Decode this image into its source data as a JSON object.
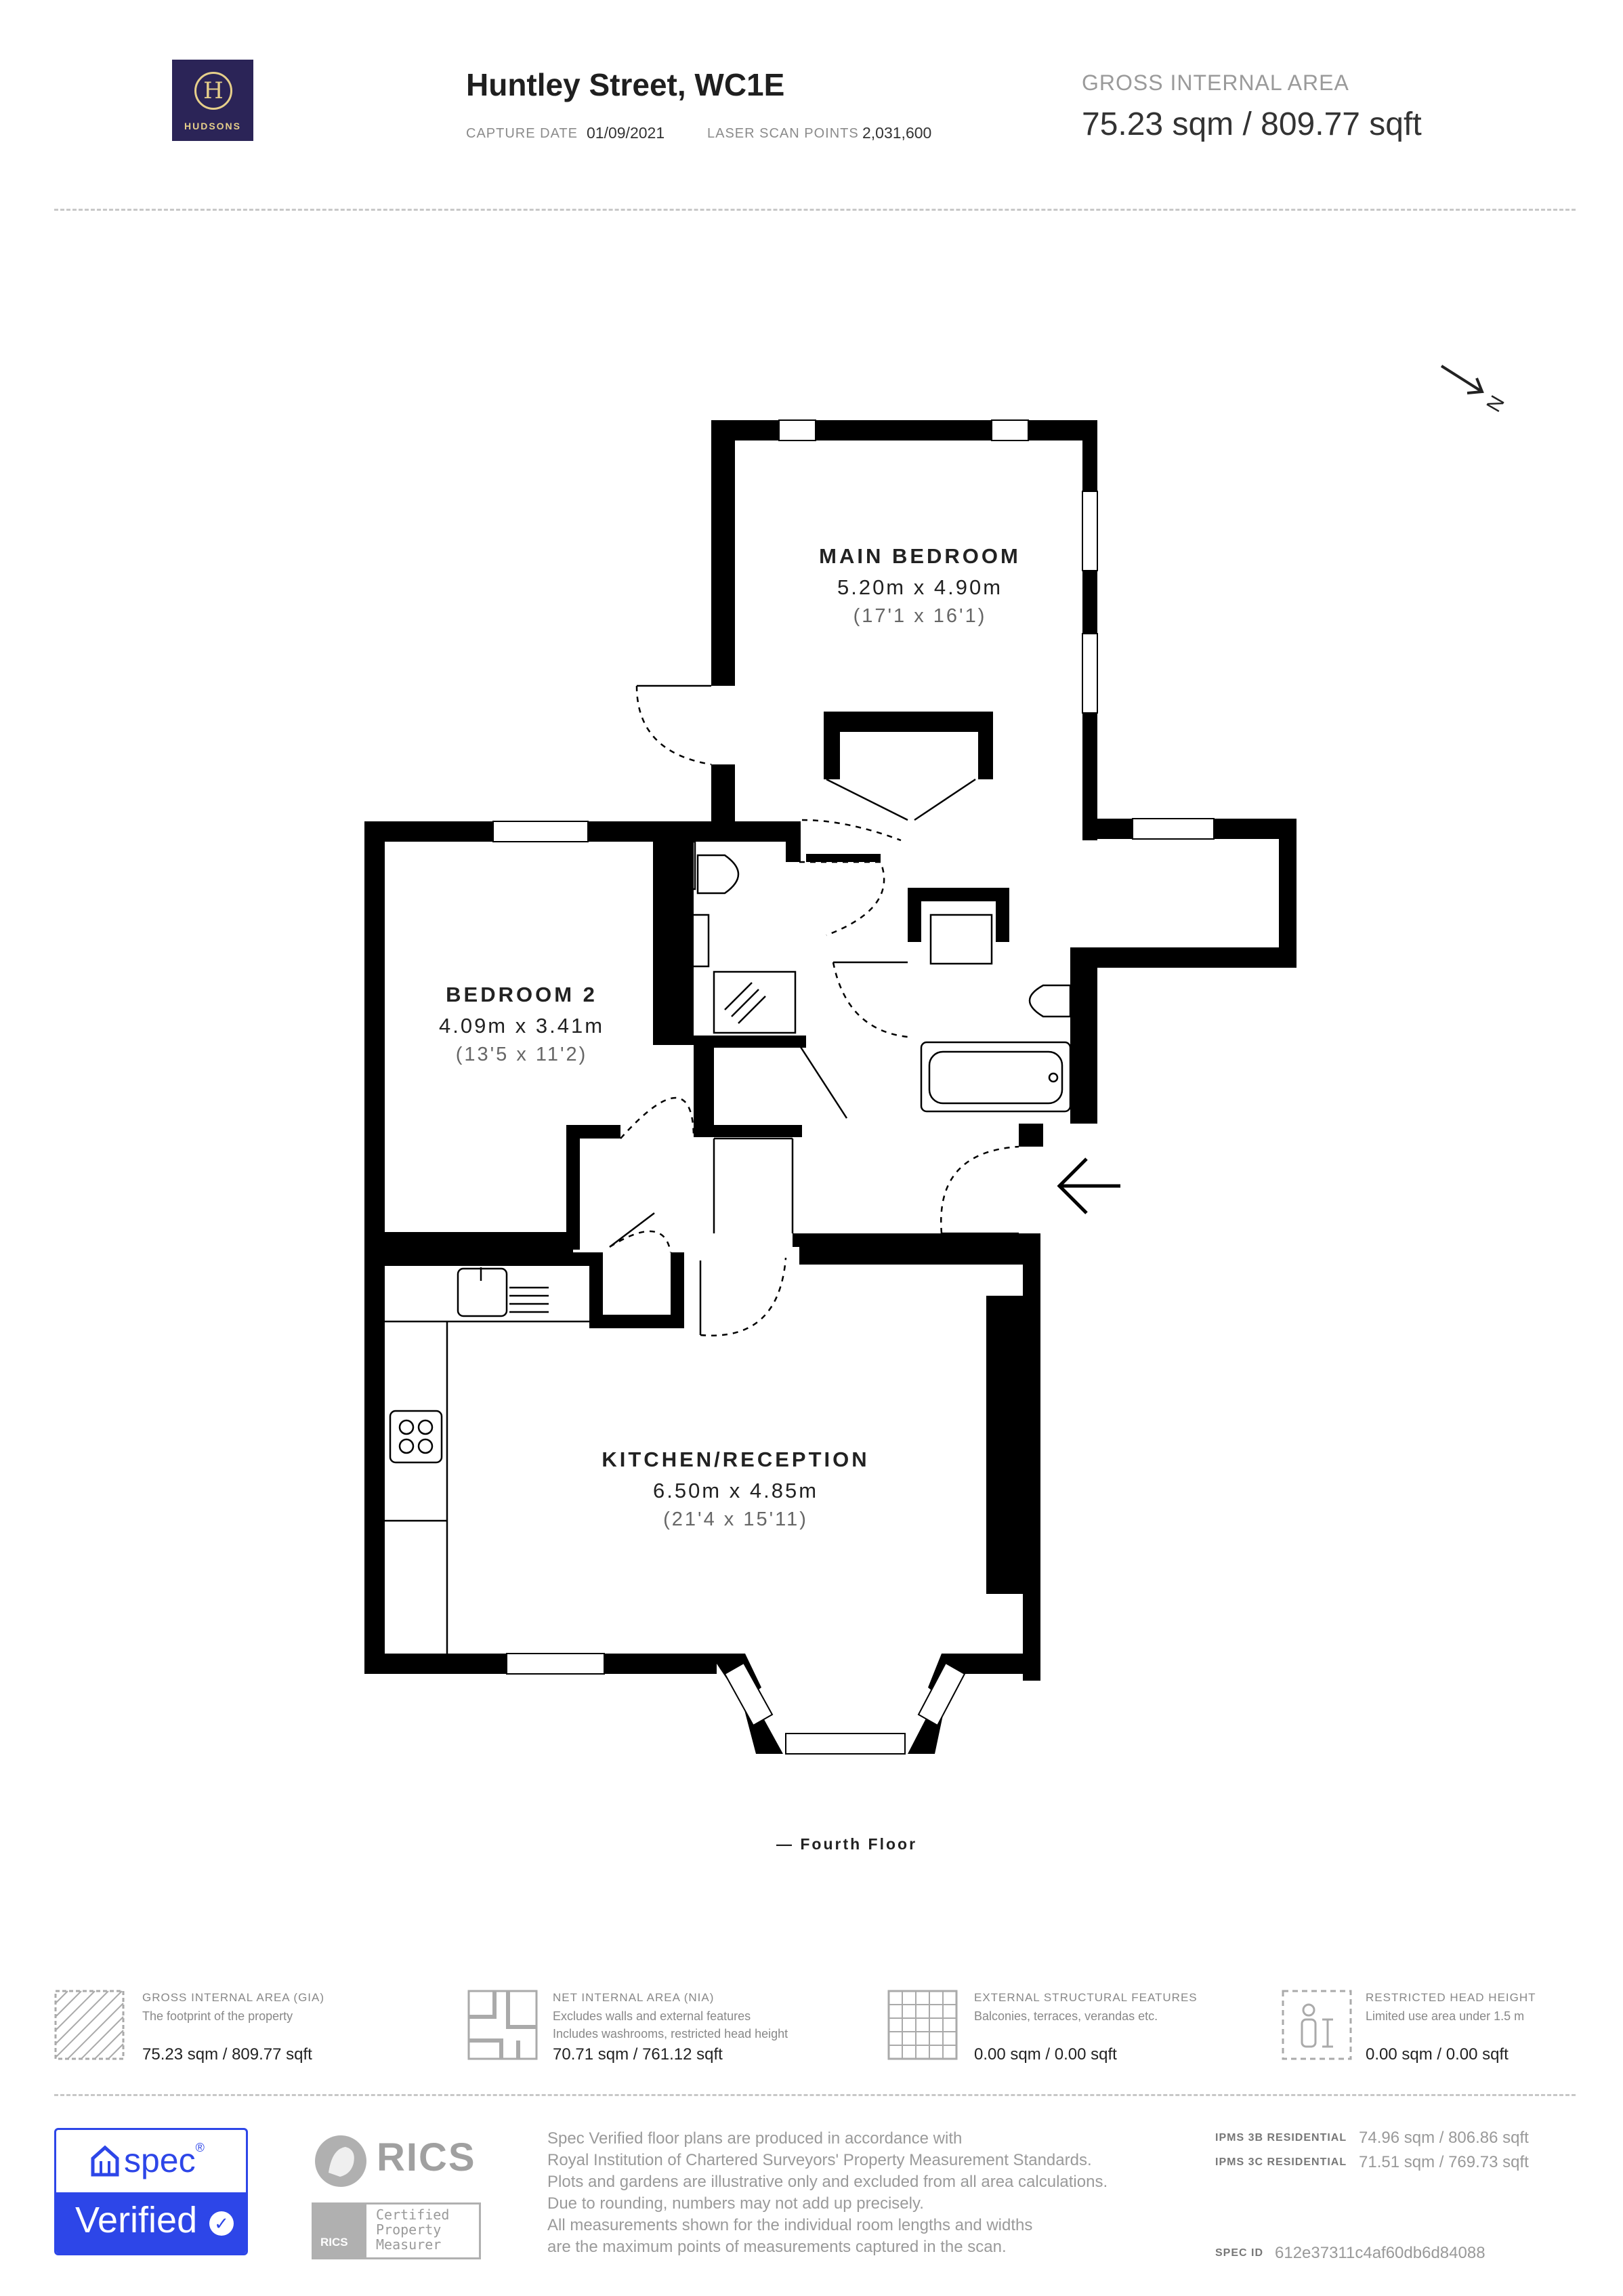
{
  "header": {
    "logo_text": "HUDSONS",
    "logo_letter": "H",
    "title": "Huntley Street, WC1E",
    "capture_date_label": "CAPTURE DATE",
    "capture_date": "01/09/2021",
    "laser_points_label": "LASER SCAN POINTS",
    "laser_points": "2,031,600",
    "gia_label": "GROSS INTERNAL AREA",
    "gia_value": "75.23 sqm / 809.77 sqft"
  },
  "plan": {
    "compass_letter": "N",
    "floor_name": "— Fourth Floor",
    "rooms": [
      {
        "name": "MAIN BEDROOM",
        "dims": "5.20m x 4.90m",
        "imperial": "(17'1 x 16'1)"
      },
      {
        "name": "BEDROOM 2",
        "dims": "4.09m x 3.41m",
        "imperial": "(13'5 x 11'2)"
      },
      {
        "name": "KITCHEN/RECEPTION",
        "dims": "6.50m x 4.85m",
        "imperial": "(21'4 x 15'11)"
      }
    ]
  },
  "legend": [
    {
      "title": "GROSS INTERNAL AREA (GIA)",
      "sub1": "The footprint of the property",
      "sub2": "",
      "value": "75.23 sqm / 809.77 sqft",
      "icon": "hatched-square-icon"
    },
    {
      "title": "NET INTERNAL AREA (NIA)",
      "sub1": "Excludes walls and external features",
      "sub2": "Includes washrooms, restricted head height",
      "value": "70.71 sqm / 761.12 sqft",
      "icon": "floorplan-square-icon"
    },
    {
      "title": "EXTERNAL STRUCTURAL FEATURES",
      "sub1": "Balconies, terraces, verandas etc.",
      "sub2": "",
      "value": "0.00 sqm / 0.00 sqft",
      "icon": "grid-square-icon"
    },
    {
      "title": "RESTRICTED HEAD HEIGHT",
      "sub1": "Limited use area under 1.5 m",
      "sub2": "",
      "value": "0.00 sqm / 0.00 sqft",
      "icon": "person-height-icon"
    }
  ],
  "footer": {
    "spec_word": "spec",
    "spec_reg": "®",
    "spec_verified": "Verified",
    "rics_text": "RICS",
    "rics_cert_lines": [
      "Certified",
      "Property",
      "Measurer"
    ],
    "rics_small": "RICS",
    "disclaimer_lines": [
      "Spec Verified floor plans are produced in accordance with",
      "Royal Institution of Chartered Surveyors' Property Measurement Standards.",
      "Plots and gardens are illustrative only and excluded from all area calculations.",
      "Due to rounding, numbers may not add up precisely.",
      "All measurements shown for the individual room lengths and widths",
      "are the maximum points of measurements captured in the scan."
    ],
    "ipms3b_label": "IPMS 3B RESIDENTIAL",
    "ipms3b_value": "74.96 sqm / 806.86 sqft",
    "ipms3c_label": "IPMS 3C RESIDENTIAL",
    "ipms3c_value": "71.51 sqm / 769.73 sqft",
    "spec_id_label": "SPEC ID",
    "spec_id": "612e37311c4af60db6d84088"
  }
}
